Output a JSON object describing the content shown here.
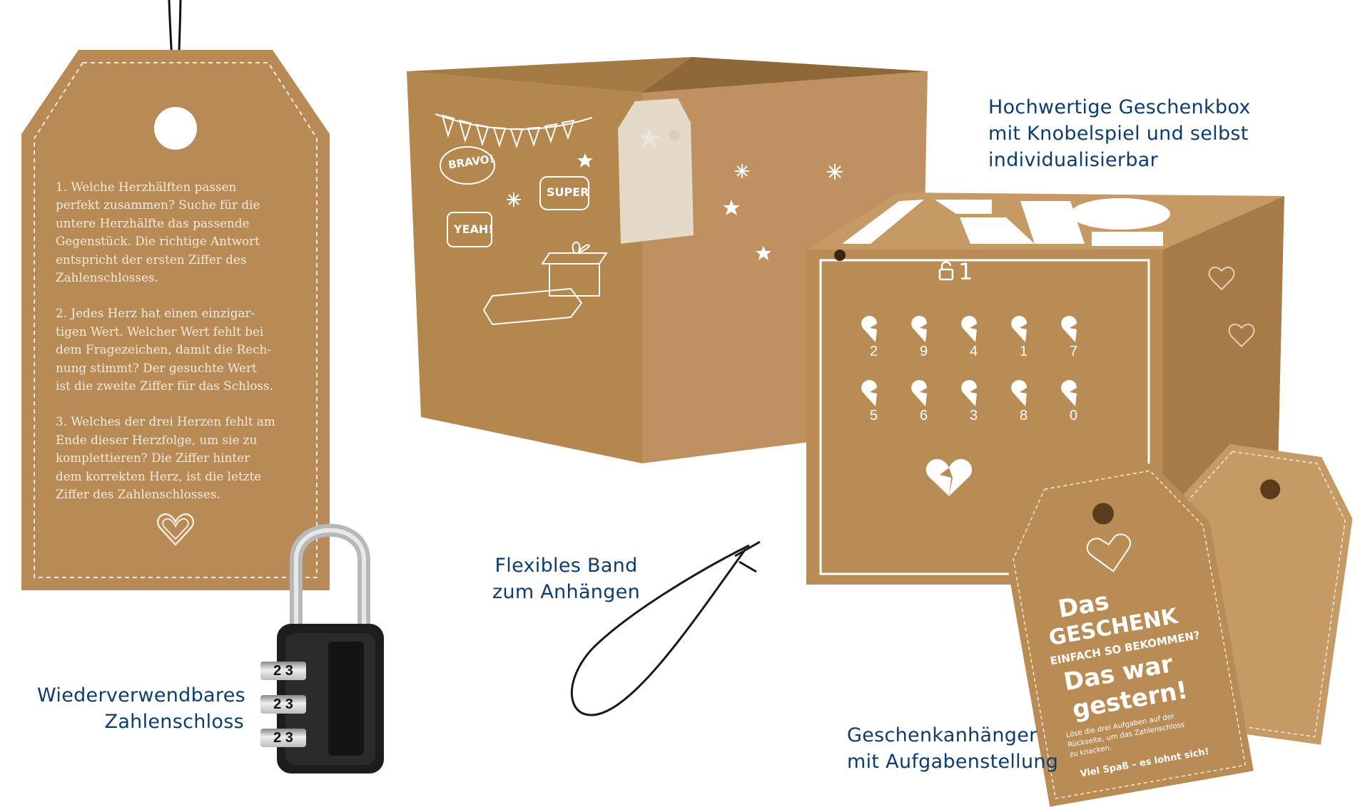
{
  "captions": {
    "box_line1": "Hochwertige Geschenkbox",
    "box_line2": "mit Knobelspiel und selbst",
    "box_line3": "individualisierbar",
    "band_line1": "Flexibles Band",
    "band_line2": "zum Anhängen",
    "lock_line1": "Wiederverwendbares",
    "lock_line2": "Zahlenschloss",
    "tag_line1": "Geschenkanhänger",
    "tag_line2": "mit Aufgabenstellung"
  },
  "puzzle_tag": {
    "task1": "1. Welche Herzhälften passen\nperfekt zusammen? Suche für die\nuntere Herzhälfte das passende\nGegenstück. Die richtige Antwort\nentspricht der ersten Ziffer des\nZahlenschlosses.",
    "task2": "2. Jedes Herz hat einen einzigar-\ntigen Wert. Welcher Wert fehlt bei\ndem Fragezeichen, damit die Rech-\nnung stimmt? Der gesuchte Wert\nist die zweite Ziffer für das Schloss.",
    "task3": "3. Welches der drei Herzen fehlt am\nEnde dieser Herzfolge, um sie zu\nkomplettieren? Die Ziffer hinter\ndem korrekten Herz, ist die letzte\nZiffer des Zahlenschlosses."
  },
  "open_box": {
    "bubble1": "BRAVO!",
    "bubble2": "SUPER",
    "bubble3": "YEAH!"
  },
  "closed_box": {
    "lock_number": "1",
    "heart_digits_row1": [
      "2",
      "9",
      "4",
      "1",
      "7"
    ],
    "heart_digits_row2": [
      "5",
      "6",
      "3",
      "8",
      "0"
    ]
  },
  "gift_tag": {
    "line1": "Das",
    "line2": "GESCHENK",
    "line3": "EINFACH SO BEKOMMEN?",
    "line4": "Das war",
    "line5": "gestern!",
    "small1": "Löse die drei Aufgaben auf der",
    "small2": "Rückseite, um das Zahlenschloss",
    "small3": "zu knacken.",
    "footer": "Viel Spaß – es lohnt sich!"
  },
  "padlock": {
    "wheels": [
      "2 3",
      "2 3",
      "2 3"
    ]
  },
  "colors": {
    "kraft": "#b88a55",
    "caption_blue": "#0d3c6e",
    "print_white": "#ffffff"
  }
}
